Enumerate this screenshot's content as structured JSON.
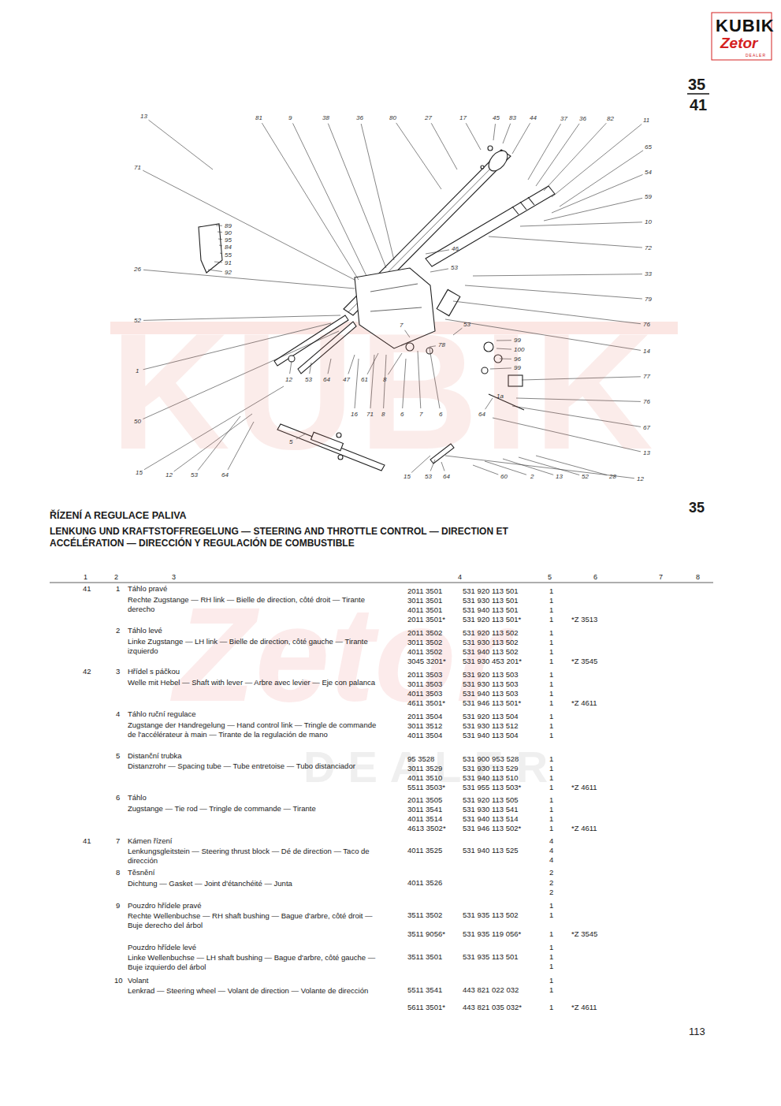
{
  "diagram": {
    "title": "ŘÍZENÍ A REGULACE PALIVA",
    "labels": [
      "13",
      "81",
      "9",
      "38",
      "36",
      "80",
      "27",
      "17",
      "45",
      "83",
      "44",
      "37",
      "36",
      "82",
      "11",
      "65",
      "54",
      "59",
      "10",
      "72",
      "33",
      "79",
      "76",
      "14",
      "77",
      "76",
      "67",
      "13",
      "12",
      "71",
      "26",
      "52",
      "1",
      "50",
      "15",
      "89",
      "90",
      "95",
      "84",
      "55",
      "91",
      "92",
      "12",
      "53",
      "64",
      "15",
      "53",
      "64",
      "60",
      "2",
      "13",
      "52",
      "28",
      "46",
      "53",
      "53",
      "7",
      "78",
      "99",
      "100",
      "96",
      "99",
      "12",
      "53",
      "64",
      "47",
      "61",
      "8",
      "16",
      "71",
      "8",
      "6",
      "7",
      "6",
      "64",
      "1a",
      "5",
      "35",
      "41",
      "35",
      "113",
      "KUBIK",
      "Zetor",
      "DEALER",
      "KUBIK",
      "Zetor",
      "DEALER",
      "LENKUNG UND KRAFTSTOFFREGELUNG — STEERING AND THROTTLE CONTROL — DIRECTION ET ACCÉLÉRATION — DIRECCIÓN Y REGULACIÓN DE COMBUSTIBLE",
      "1",
      "2",
      "3",
      "4",
      "5",
      "6",
      "7",
      "8",
      "41",
      "1",
      "Táhlo pravé",
      "Rechte Zugstange — RH link — Bielle de direction, côté droit — Tirante derecho",
      "2011 3501",
      "531 920 113 501",
      "1",
      "3011 3501",
      "531 930 113 501",
      "1",
      "4011 3501",
      "531 940 113 501",
      "1",
      "2011 3501*",
      "531 920 113 501*",
      "1",
      "*Z 3513",
      "2",
      "Táhlo levé",
      "Linke Zugstange — LH link — Bielle de direction, côté gauche — Tirante izquierdo",
      "2011 3502",
      "531 920 113 502",
      "1",
      "3011 3502",
      "531 930 113 502",
      "1",
      "4011 3502",
      "531 940 113 502",
      "1",
      "3045 3201*",
      "531 930 453 201*",
      "1",
      "*Z 3545",
      "42",
      "3",
      "Hřídel s páčkou",
      "Welle mit Hebel — Shaft with lever — Arbre avec levier — Eje con palanca",
      "2011 3503",
      "531 920 113 503",
      "1",
      "3011 3503",
      "531 930 113 503",
      "1",
      "4011 3503",
      "531 940 113 503",
      "1",
      "4611 3501*",
      "531 946 113 501*",
      "1",
      "*Z 4611",
      "4",
      "Táhlo ruční regulace",
      "Zugstange der Handregelung — Hand control link — Tringle de commande de l'accélérateur à main — Tirante de la regulación de mano",
      "2011 3504",
      "531 920 113 504",
      "1",
      "3011 3512",
      "531 930 113 512",
      "1",
      "4011 3504",
      "531 940 113 504",
      "1",
      "5",
      "Distanční trubka",
      "Distanzrohr — Spacing tube — Tube entretoise — Tubo distanciador",
      "95 3528",
      "531 900 953 528",
      "1",
      "3011 3529",
      "531 930 113 529",
      "1",
      "4011 3510",
      "531 940 113 510",
      "1",
      "5511 3503*",
      "531 955 113 503*",
      "1",
      "*Z 4611",
      "6",
      "Táhlo",
      "Zugstange — Tie rod — Tringle de commande — Tirante",
      "2011 3505",
      "531 920 113 505",
      "1",
      "3011 3541",
      "531 930 113 541",
      "1",
      "4011 3514",
      "531 940 113 514",
      "1",
      "4613 3502*",
      "531 946 113 502*",
      "1",
      "*Z 4611",
      "41",
      "7",
      "Kámen řízení",
      "Lenkungsgleitstein — Steering thrust block — Dé de direction — Taco de dirección",
      "4",
      "4011 3525",
      "531 940 113 525",
      "4",
      "4",
      "8",
      "Těsnění",
      "Dichtung — Gasket — Joint d'étanchéité — Junta",
      "2",
      "4011 3526",
      "2",
      "2",
      "9",
      "Pouzdro hřídele pravé",
      "Rechte Wellenbuchse — RH shaft bushing — Bague d'arbre, côté droit — Buje derecho del árbol",
      "1",
      "3511 3502",
      "531 935 113 502",
      "1",
      "3511 9056*",
      "531 935 119 056*",
      "1",
      "*Z 3545",
      "Pouzdro hřídele levé",
      "Linke Wellenbuchse — LH shaft bushing — Bague d'arbre, côté gauche — Buje izquierdo del árbol",
      "1",
      "3511 3501",
      "531 935 113 501",
      "1",
      "1",
      "10",
      "Volant",
      "Lenkrad — Steering wheel — Volant de direction — Volante de dirección",
      "1",
      "5511 3541",
      "443 821 022 032",
      "1",
      "5611 3501*",
      "443 821 035 032*",
      "1",
      "*Z 4611"
    ]
  }
}
